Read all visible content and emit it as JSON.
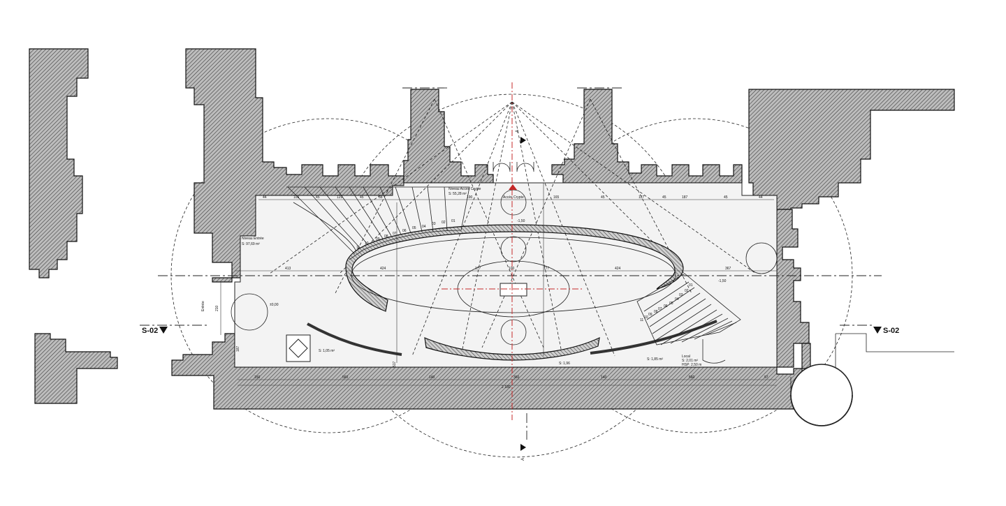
{
  "drawing": {
    "section_marks": {
      "left": "S-02",
      "right": "S-02",
      "top": "A",
      "bottom": "A"
    },
    "labels": {
      "niveau_entree": "Niveau Entrée",
      "niveau_entree_area": "S: 97,69 m²",
      "niveau_acces_crypte": "Niveau Accès Crypte",
      "niveau_acces_crypte_area": "S: 55,28 m²",
      "acces_crypte": "Accès Crypte",
      "entree": "Entrée",
      "local": "Local",
      "local_area": "S: 2,01 m²",
      "local_hsp": "HSP: 2,50 m",
      "niv_minus_150": "-1,50",
      "niv_minus_150_b": "-1,50",
      "niv_zero": "±0,00",
      "area_left": "S: 1,05 m²",
      "area_center": "S: 1,96",
      "area_right": "S: 1,85 m²"
    },
    "top_dimensions": [
      "44",
      "109",
      "45",
      "129",
      "45",
      "88",
      "190",
      "165",
      "45",
      "127",
      "45",
      "187",
      "45",
      "44"
    ],
    "mid_dimensions": [
      "413",
      "424",
      "177",
      "100",
      "177",
      "424",
      "367"
    ],
    "bottom_dimensions": [
      "150",
      "560",
      "140",
      "360",
      "140",
      "560",
      "97"
    ],
    "bottom_total": "2 180",
    "stair_left_steps": [
      "01",
      "02",
      "03",
      "04",
      "05",
      "06",
      "07",
      "08",
      "09",
      "10",
      "11"
    ],
    "stair_right_steps": [
      "01",
      "02",
      "03",
      "04",
      "05",
      "06",
      "07",
      "08",
      "09",
      "10",
      "11"
    ],
    "vertical_dims": [
      "210",
      "187",
      "517"
    ]
  }
}
